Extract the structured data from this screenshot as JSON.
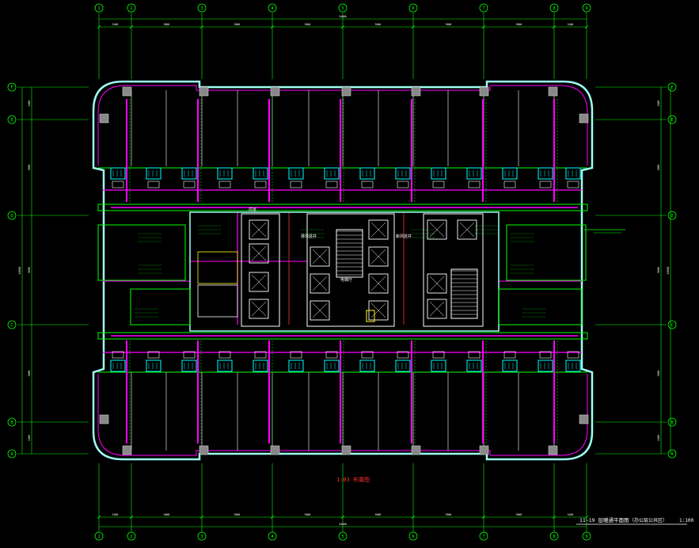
{
  "drawing": {
    "caption_center": "1:83 布置图",
    "title_block": {
      "sheet_title": "11~19 层暖通平面图",
      "note": "（办公层公共区）",
      "scale": "1:100"
    },
    "grid_columns": [
      "1",
      "2",
      "3",
      "4",
      "5",
      "6",
      "7",
      "8",
      "9"
    ],
    "grid_rows": [
      "F",
      "E",
      "D",
      "C",
      "B",
      "A"
    ],
    "top_dimensions": [
      "3400",
      "9000",
      "9000",
      "9000",
      "9000",
      "9000",
      "9000",
      "3400"
    ],
    "top_total": "54000",
    "bottom_dimensions": [
      "3400",
      "9000",
      "9000",
      "9000",
      "9000",
      "9000",
      "9000",
      "3400"
    ],
    "bottom_total": "54000",
    "left_dimensions": [
      "2400",
      "5000",
      "9000",
      "5000",
      "2400"
    ],
    "left_total": "45000",
    "right_dimensions": [
      "2400",
      "5000",
      "9000",
      "5000",
      "2400"
    ],
    "right_total": "45000",
    "room_labels": [
      "前室",
      "排风竖井",
      "新风竖井",
      "电梯厅"
    ],
    "colors": {
      "background": "#000000",
      "grid": "#00ff00",
      "wall": "#9cfff0",
      "duct": "#ff00ff",
      "equipment": "#00ffff",
      "text": "#ffffff",
      "red": "#ff3030",
      "yellow": "#ffff00"
    }
  }
}
